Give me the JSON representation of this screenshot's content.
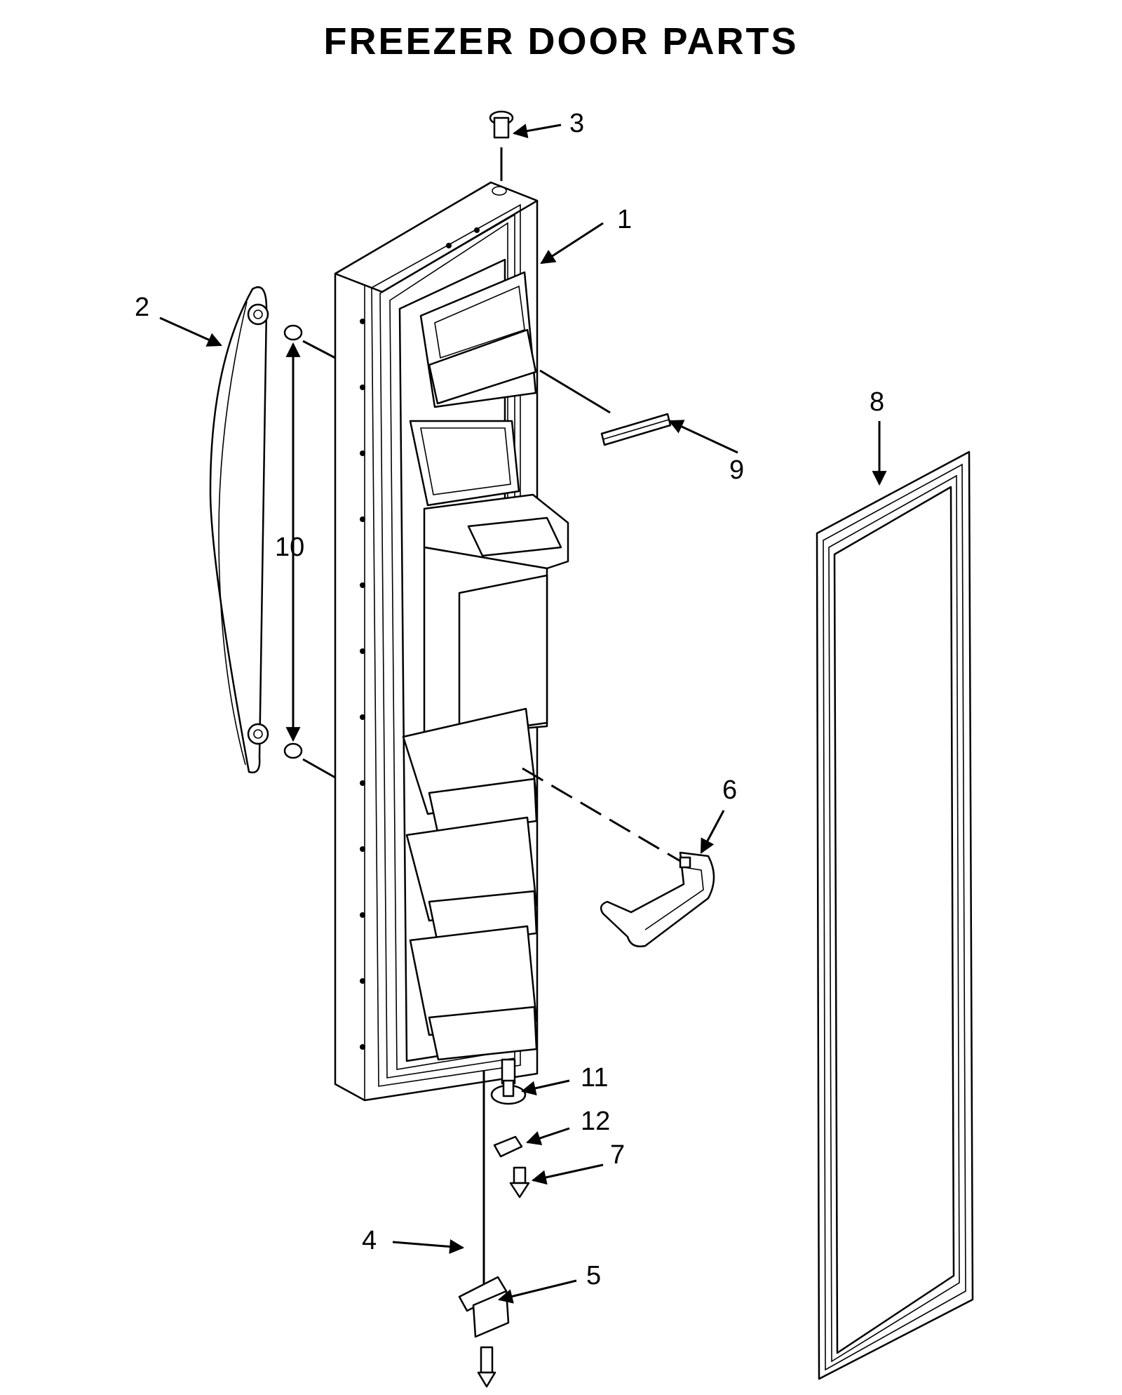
{
  "title": "FREEZER DOOR PARTS",
  "callouts": [
    {
      "id": "1",
      "text": "1"
    },
    {
      "id": "2",
      "text": "2"
    },
    {
      "id": "3",
      "text": "3"
    },
    {
      "id": "4",
      "text": "4"
    },
    {
      "id": "5",
      "text": "5"
    },
    {
      "id": "6",
      "text": "6"
    },
    {
      "id": "7",
      "text": "7"
    },
    {
      "id": "8",
      "text": "8"
    },
    {
      "id": "9",
      "text": "9"
    },
    {
      "id": "10",
      "text": "10"
    },
    {
      "id": "11",
      "text": "11"
    },
    {
      "id": "12",
      "text": "12"
    }
  ],
  "colors": {
    "ink": "#000000",
    "paper": "#ffffff"
  }
}
